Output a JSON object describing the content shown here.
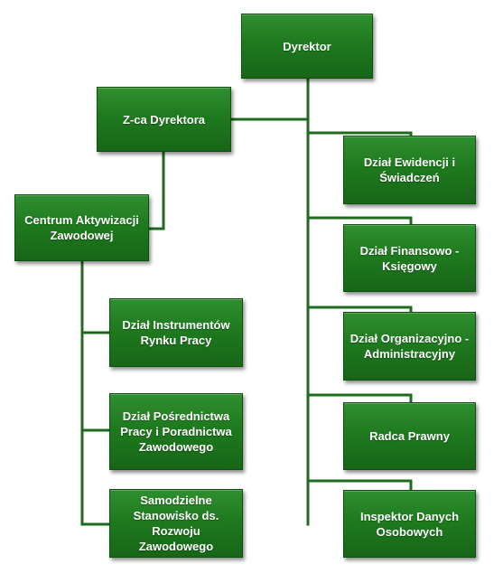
{
  "org_chart": {
    "director": {
      "label": "Dyrektor"
    },
    "deputy_director": {
      "label": "Z-ca Dyrektora"
    },
    "centre": {
      "label": "Centrum Aktywizacji Zawodowej"
    },
    "director_units": [
      {
        "label": "Dział Ewidencji i Świadczeń"
      },
      {
        "label": "Dział Finansowo - Księgowy"
      },
      {
        "label": "Dział Organizacyjno - Administracyjny"
      },
      {
        "label": "Radca Prawny"
      },
      {
        "label": "Inspektor Danych Osobowych"
      }
    ],
    "centre_units": [
      {
        "label": "Dział Instrumentów Rynku Pracy"
      },
      {
        "label": "Dział Pośrednictwa Pracy i Poradnictwa Zawodowego"
      },
      {
        "label": "Samodzielne Stanowisko ds. Rozwoju Zawodowego"
      }
    ]
  },
  "colors": {
    "box_fill": "#1f7a1f",
    "box_text": "#ffffff",
    "connector": "#1e6b1e"
  }
}
